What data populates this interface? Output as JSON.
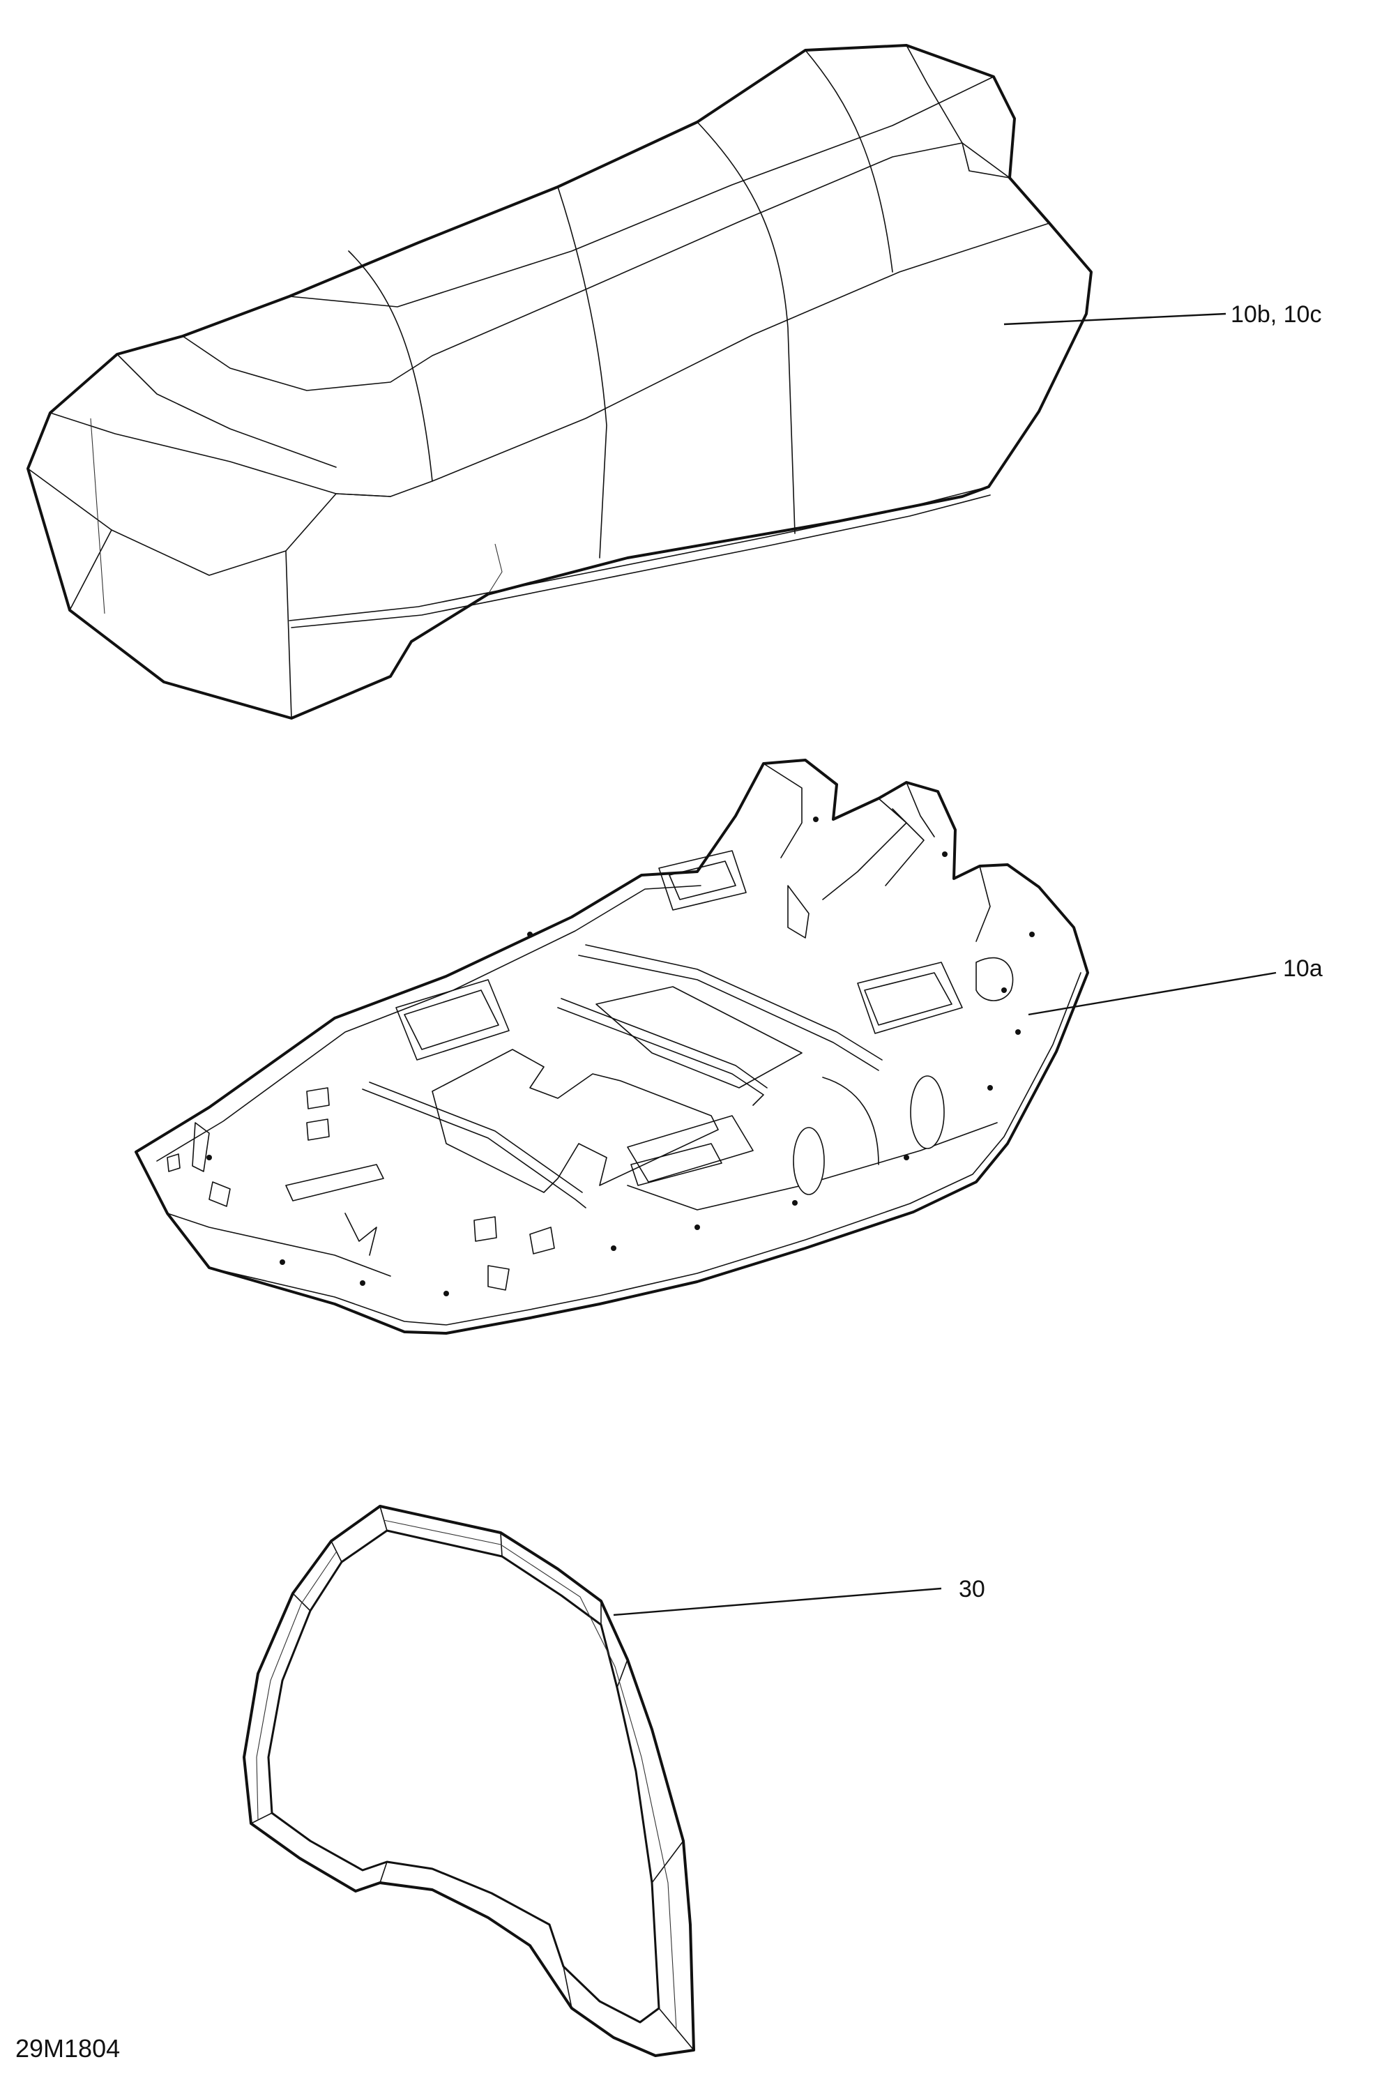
{
  "diagram": {
    "callouts": {
      "seat_cover": "10b, 10c",
      "seat_base": "10a",
      "backrest_frame": "30"
    },
    "figure_id": "29M1804"
  }
}
